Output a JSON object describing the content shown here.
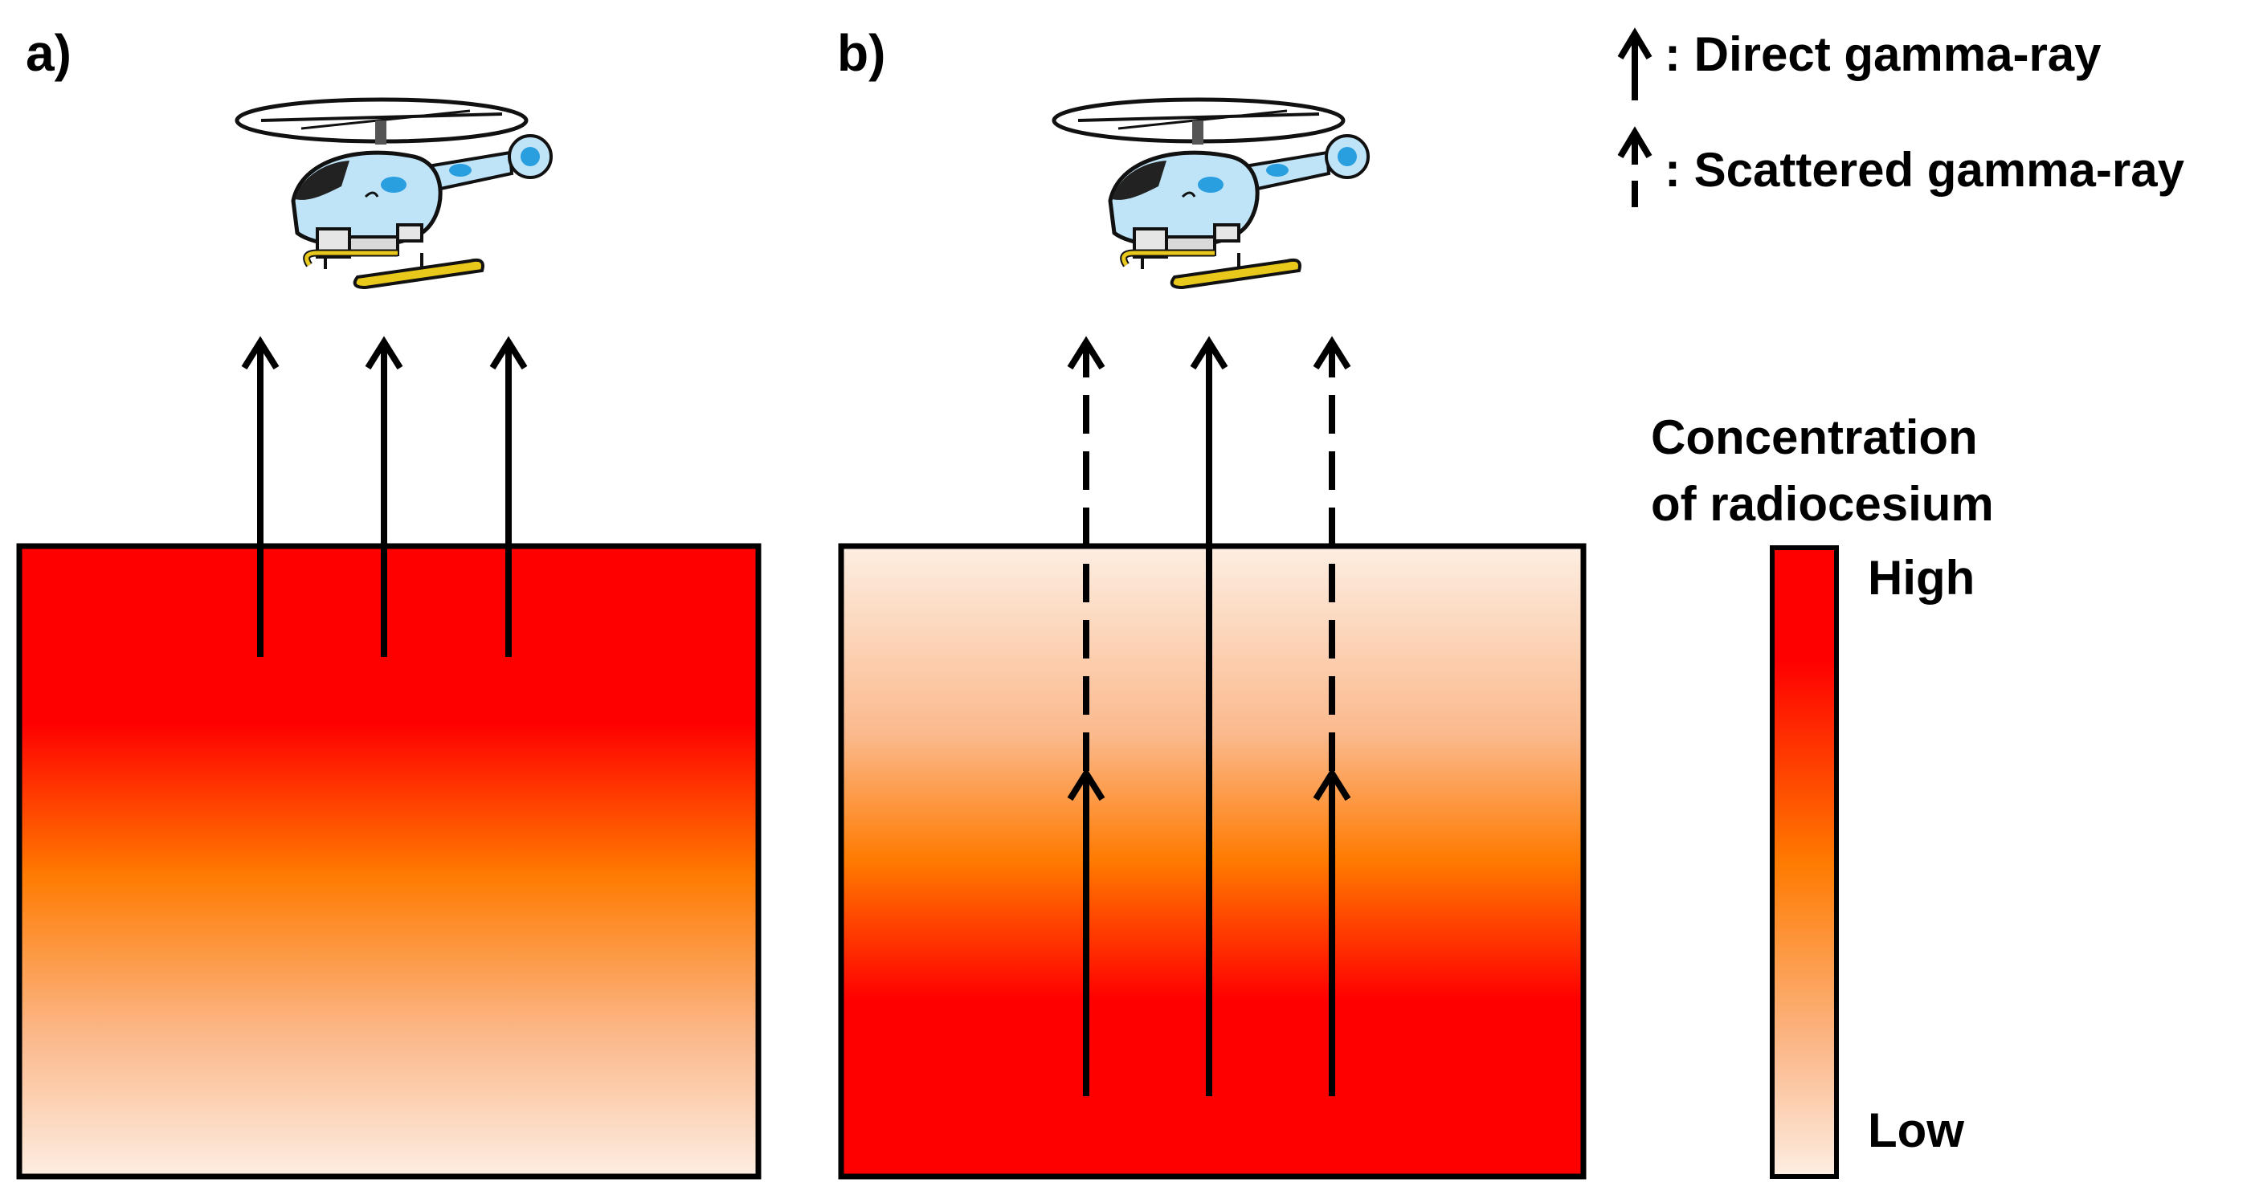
{
  "panels": [
    {
      "label": "a)"
    },
    {
      "label": "b)"
    }
  ],
  "legend": {
    "direct": ": Direct  gamma-ray",
    "scattered": ": Scattered gamma-ray"
  },
  "scale": {
    "title_line1": "Concentration",
    "title_line2": "of radiocesium",
    "high": "High",
    "low": "Low"
  },
  "colors": {
    "high": "#ff0000",
    "mid": "#ff7a00",
    "low": "#fde8d8",
    "helicopter_body": "#bfe3f7",
    "helicopter_accent": "#2a9fe0",
    "skid": "#e8c81a"
  },
  "icons": {
    "aircraft": "helicopter-icon"
  }
}
